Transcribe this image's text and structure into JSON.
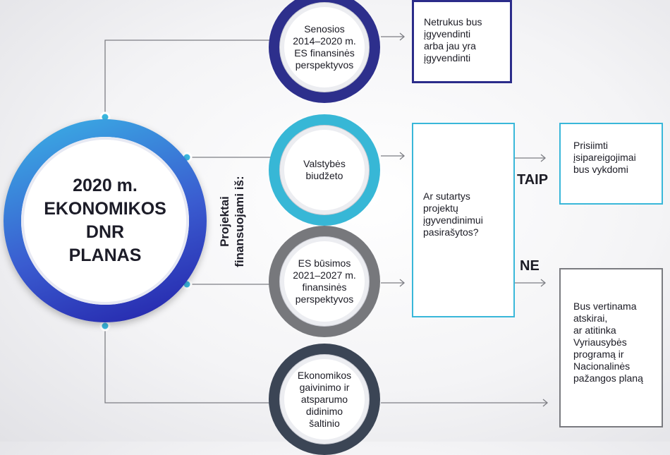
{
  "center": {
    "title": "2020 m.\nEKONOMIKOS\nDNR\nPLANAS"
  },
  "funding_label": "Projektai\nfinansuojami iš:",
  "sources": [
    {
      "text": "Senosios\n2014–2020 m.\nES finansinės\nperspektyvos",
      "color": "#2d2f8c"
    },
    {
      "text": "Valstybės\nbiudžeto",
      "color": "#37b7d6"
    },
    {
      "text": "ES būsimos\n2021–2027 m.\nfinansinės\nperspektyvos",
      "color": "#77787c"
    },
    {
      "text": "Ekonomikos\ngaivinimo ir\natsparumo\ndidinimo\nšaltinio",
      "color": "#3b4555"
    }
  ],
  "boxes": {
    "implemented": "Netrukus bus\nįgyvendinti\narba jau yra\nįgyvendinti",
    "question": "Ar sutartys\nprojektų\nįgyvendinimui\npasirašytos?",
    "commitments": "Prisiimti\nįsipareigojimai\nbus vykdomi",
    "evaluated": "Bus vertinama\natskirai,\nar atitinka\nVyriausybės\nprogramą ir\nNacionalinės\npažangos planą"
  },
  "answers": {
    "yes": "TAIP",
    "no": "NE"
  }
}
